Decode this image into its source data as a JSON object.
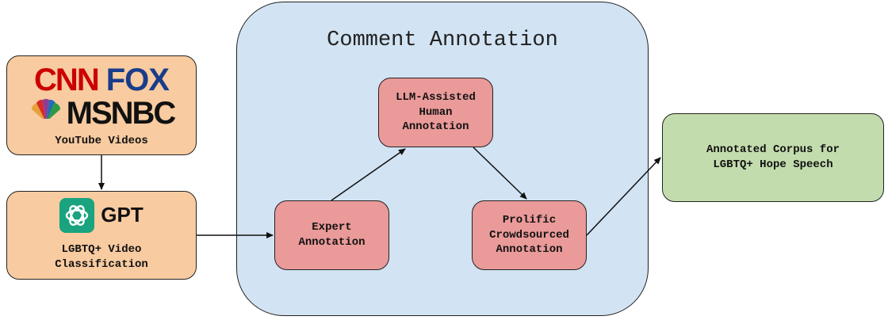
{
  "region": {
    "title": "Comment Annotation"
  },
  "nodes": {
    "youtube": {
      "logo_cnn": "CNN",
      "logo_fox": "FOX",
      "logo_msnbc": "MSNBC",
      "label": "YouTube Videos"
    },
    "gpt": {
      "logo_label": "GPT",
      "label_line1": "LGBTQ+ Video",
      "label_line2": "Classification"
    },
    "expert": {
      "line1": "Expert",
      "line2": "Annotation"
    },
    "llm": {
      "line1": "LLM-Assisted",
      "line2": "Human",
      "line3": "Annotation"
    },
    "prolific": {
      "line1": "Prolific",
      "line2": "Crowdsourced",
      "line3": "Annotation"
    },
    "corpus": {
      "line1": "Annotated Corpus for",
      "line2": "LGBTQ+ Hope Speech"
    }
  },
  "colors": {
    "region_fill": "#d2e3f3",
    "source_fill": "#f8cba0",
    "annotation_fill": "#ea9a99",
    "output_fill": "#c3dcad",
    "cnn_red": "#cc0000",
    "fox_blue": "#1a3d8a",
    "openai_green": "#19a37f"
  },
  "icons": [
    "nbc-peacock-icon",
    "openai-icon"
  ]
}
